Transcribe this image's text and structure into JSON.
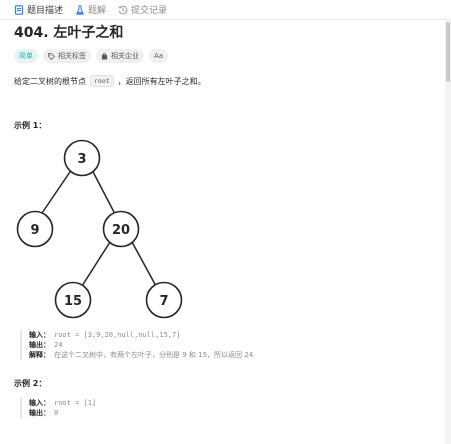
{
  "tabs": [
    {
      "label": "题目描述",
      "icon": "document-icon",
      "active": true
    },
    {
      "label": "题解",
      "icon": "flask-icon",
      "active": false
    },
    {
      "label": "提交记录",
      "icon": "history-icon",
      "active": false
    }
  ],
  "problem": {
    "title": "404. 左叶子之和",
    "tags": {
      "difficulty": "简单",
      "related_tags": "相关标签",
      "related_companies": "相关企业",
      "font_toggle": "Aa"
    },
    "description": {
      "before": "给定二叉树的根节点",
      "code": "root",
      "after": "，返回所有左叶子之和。"
    }
  },
  "example1": {
    "heading": "示例 1：",
    "tree": {
      "root": "3",
      "left": "9",
      "right": "20",
      "right_left": "15",
      "right_right": "7"
    },
    "input_label": "输入：",
    "input_value": "root = [3,9,20,null,null,15,7]",
    "output_label": "输出：",
    "output_value": "24",
    "explanation_label": "解释：",
    "explanation_value": "在这个二叉树中，有两个左叶子，分别是 9 和 15，所以返回 24"
  },
  "example2": {
    "heading": "示例 2：",
    "input_label": "输入：",
    "input_value": "root = [1]",
    "output_label": "输出：",
    "output_value": "0"
  },
  "colors": {
    "difficulty_text": "#1cb8a4",
    "difficulty_bg": "#e6f5f3",
    "active_tab_icon": "#2f7cf6"
  }
}
